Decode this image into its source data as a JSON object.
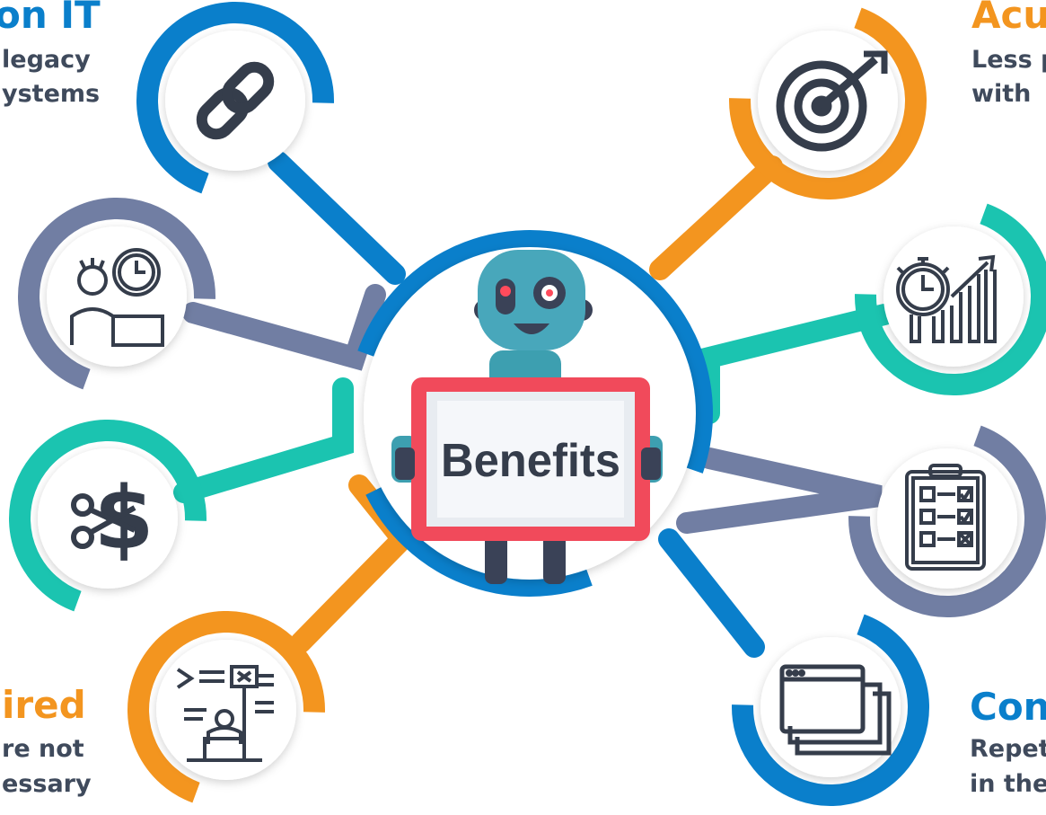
{
  "center": {
    "label": "Benefits"
  },
  "labels": {
    "top_left": {
      "title": "on IT",
      "line1": "legacy",
      "line2": "ystems"
    },
    "top_right": {
      "title": "Acu",
      "line1": "Less p",
      "line2": "with"
    },
    "bottom_left": {
      "title": "ired",
      "line1": "re not",
      "line2": "essary"
    },
    "bottom_right": {
      "title": "Con",
      "line1": "Repet",
      "line2": "in the"
    }
  },
  "icons": [
    "chain-link-icon",
    "stressed-worker-clock-icon",
    "cost-cut-dollar-icon",
    "developer-terminal-icon",
    "target-arrow-icon",
    "stopwatch-growth-chart-icon",
    "checklist-clipboard-icon",
    "browser-windows-icon"
  ],
  "colors": {
    "blue": "#0a7fcb",
    "orange": "#f3951f",
    "teal": "#1bc4b0",
    "slate": "#717ea3",
    "dark": "#353d4b",
    "sign_red": "#f14a5b"
  }
}
